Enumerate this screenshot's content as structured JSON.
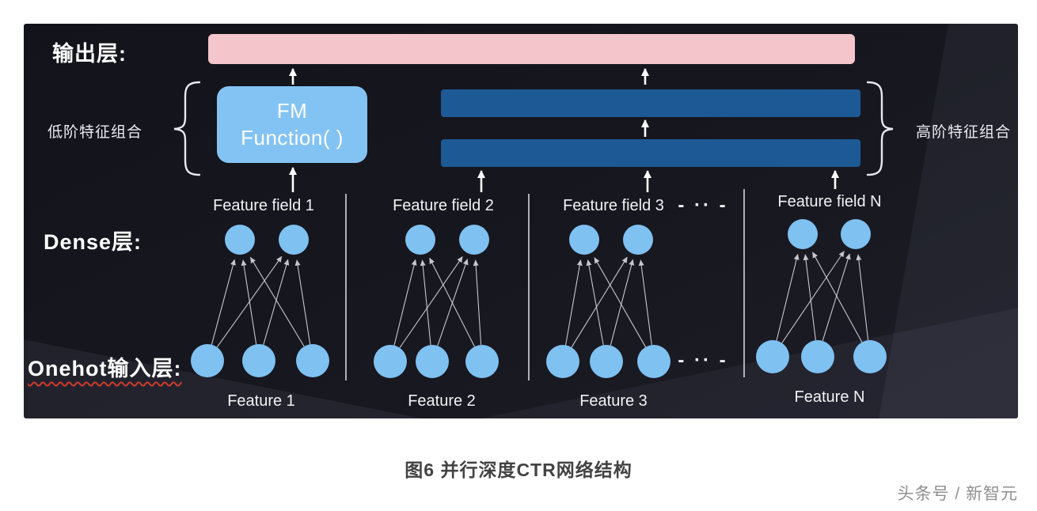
{
  "panel": {
    "output_layer_label": "输出层:",
    "low_order_label": "低阶特征组合",
    "high_order_label": "高阶特征组合",
    "fm_line1": "FM",
    "fm_line2": "Function( )",
    "dense_layer_label": "Dense层:",
    "onehot_layer_label": "Onehot输入层:",
    "ellipsis_top": "- ·· -",
    "ellipsis_bottom": "- ·· -"
  },
  "groups": [
    {
      "field_label": "Feature field 1",
      "feature_label": "Feature 1",
      "dense_nodes": 2,
      "input_nodes": 3
    },
    {
      "field_label": "Feature field 2",
      "feature_label": "Feature 2",
      "dense_nodes": 2,
      "input_nodes": 3
    },
    {
      "field_label": "Feature field 3",
      "feature_label": "Feature 3",
      "dense_nodes": 2,
      "input_nodes": 3
    },
    {
      "field_label": "Feature field N",
      "feature_label": "Feature N",
      "dense_nodes": 2,
      "input_nodes": 3
    }
  ],
  "caption": "图6 并行深度CTR网络结构",
  "watermark": "头条号 / 新智元",
  "colors": {
    "panel_bg": "#17171f",
    "node_blue": "#7fc1f1",
    "fm_box_blue": "#83c3f3",
    "hidden_bar_blue": "#1d5a95",
    "output_bar_pink": "#f5c5cc",
    "connection_gray": "#d9d9e0",
    "arrow_white": "#ffffff"
  }
}
